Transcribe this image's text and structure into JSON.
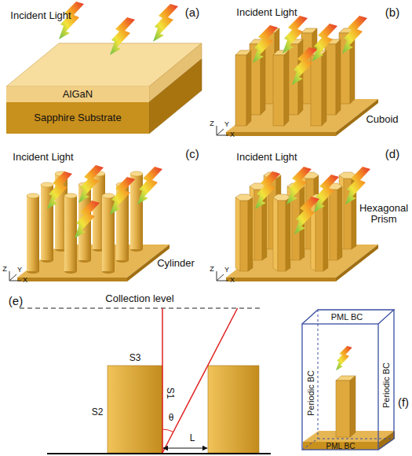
{
  "diagram": {
    "nodes": [
      {
        "text": [
          "AlGaN"
        ]
      },
      {
        "text": [
          "Sapphire Substrate"
        ]
      }
    ],
    "labels": [
      "Incident Light",
      "(a)",
      "Incident Light",
      "(b)",
      "Cuboid",
      "Z",
      "Y",
      "X",
      "Incident Light",
      "(c)",
      "Incident Light",
      "(d)",
      "Z",
      "Y",
      "X",
      "Cylinder",
      "Hexagonal Prism",
      "Z",
      "Y",
      "X",
      "(e)",
      "Collection level",
      "S3",
      "S2",
      "S1",
      "θ",
      "L",
      "PML BC",
      "Periodic BC",
      "Periodic BC",
      "(f)",
      "PML BC"
    ]
  }
}
